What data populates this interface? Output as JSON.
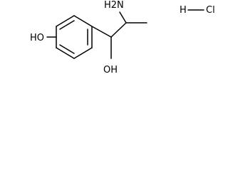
{
  "molecule": {
    "labels": {
      "phenol_oh": "HO",
      "amine": "H2N",
      "alcohol_oh": "OH",
      "hcl_h": "H",
      "hcl_cl": "Cl"
    }
  },
  "colors": {
    "bond": "#000000",
    "text": "#000000",
    "background": "#ffffff"
  }
}
